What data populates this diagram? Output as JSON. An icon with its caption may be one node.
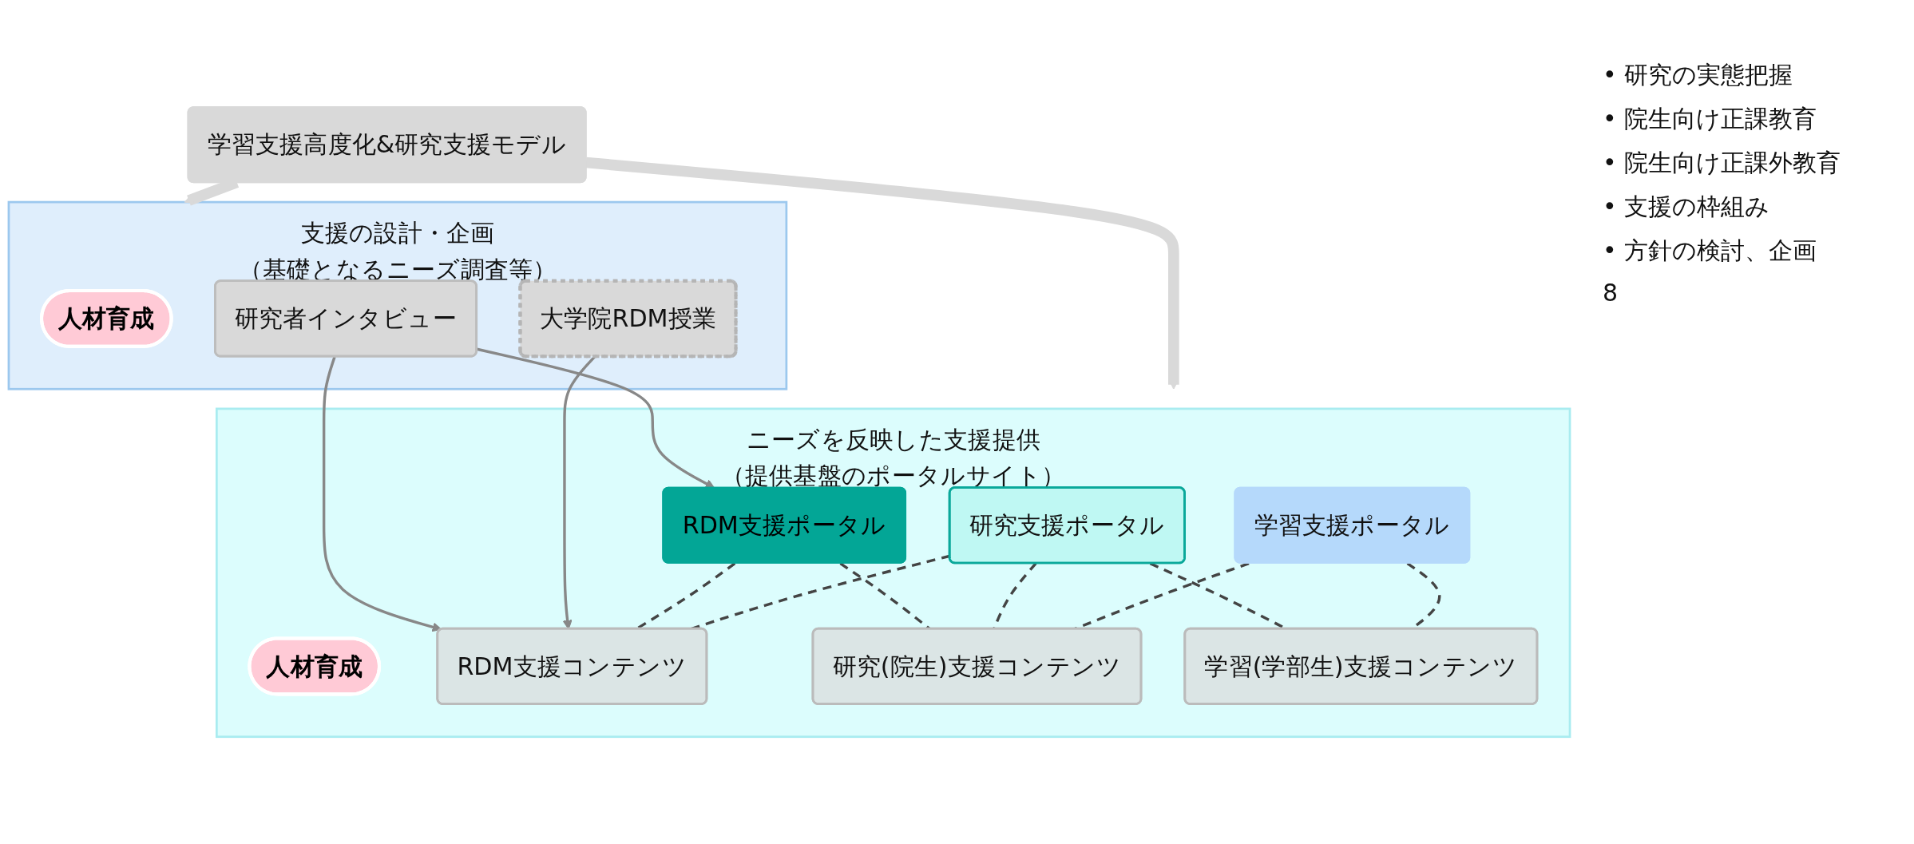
{
  "diagram": {
    "nodes": [
      {
        "text": [
          "支援の設計・企画",
          "（基礎となるニーズ調査等）"
        ]
      },
      {
        "text": [
          "人材育成"
        ],
        "in": 0
      },
      {
        "text": [
          "研究者インタビュー"
        ],
        "in": 0
      },
      {
        "text": [
          "大学院RDM授業"
        ],
        "in": 0
      },
      {
        "text": [
          "ニーズを反映した支援提供",
          "（提供基盤のポータルサイト）"
        ]
      },
      {
        "text": [
          "RDM支援ポータル"
        ],
        "in": 4
      },
      {
        "text": [
          "研究支援ポータル"
        ],
        "in": 4
      },
      {
        "text": [
          "学習支援ポータル"
        ],
        "in": 4
      },
      {
        "text": [
          "人材育成"
        ],
        "in": 4
      },
      {
        "text": [
          "RDM支援コンテンツ"
        ],
        "in": 4
      },
      {
        "text": [
          "研究(院生)支援コンテンツ"
        ],
        "in": 4
      },
      {
        "text": [
          "学習(学部生)支援コンテンツ"
        ],
        "in": 4
      },
      {
        "text": [
          "学習支援高度化&研究支援モデル"
        ]
      }
    ],
    "edges": [
      {
        "from": 2,
        "to": 5,
        "arrow": "to"
      },
      {
        "from": 2,
        "to": 9,
        "arrow": "to"
      },
      {
        "from": 3,
        "to": 9,
        "arrow": "to"
      },
      {
        "from": 5,
        "to": 9,
        "arrow": "none",
        "style": "dashed"
      },
      {
        "from": 5,
        "to": 10,
        "arrow": "none",
        "style": "dashed"
      },
      {
        "from": 6,
        "to": 9,
        "arrow": "none",
        "style": "dashed"
      },
      {
        "from": 6,
        "to": 10,
        "arrow": "none",
        "style": "dashed"
      },
      {
        "from": 6,
        "to": 11,
        "arrow": "none",
        "style": "dashed"
      },
      {
        "from": 7,
        "to": 10,
        "arrow": "none",
        "style": "dashed"
      },
      {
        "from": 7,
        "to": 11,
        "arrow": "none",
        "style": "dashed"
      },
      {
        "from": 12,
        "to": 0,
        "arrow": "to",
        "style": "thick",
        "color": "#d9d9d9"
      },
      {
        "from": 12,
        "to": 4,
        "arrow": "to",
        "style": "thick",
        "color": "#d9d9d9"
      }
    ],
    "labels": [
      "• 研究の実態把握",
      "• 院生向け正課教育",
      "• 院生向け正課外教育",
      "• 支援の枠組み",
      "• 方針の検討、企画",
      "8"
    ]
  }
}
